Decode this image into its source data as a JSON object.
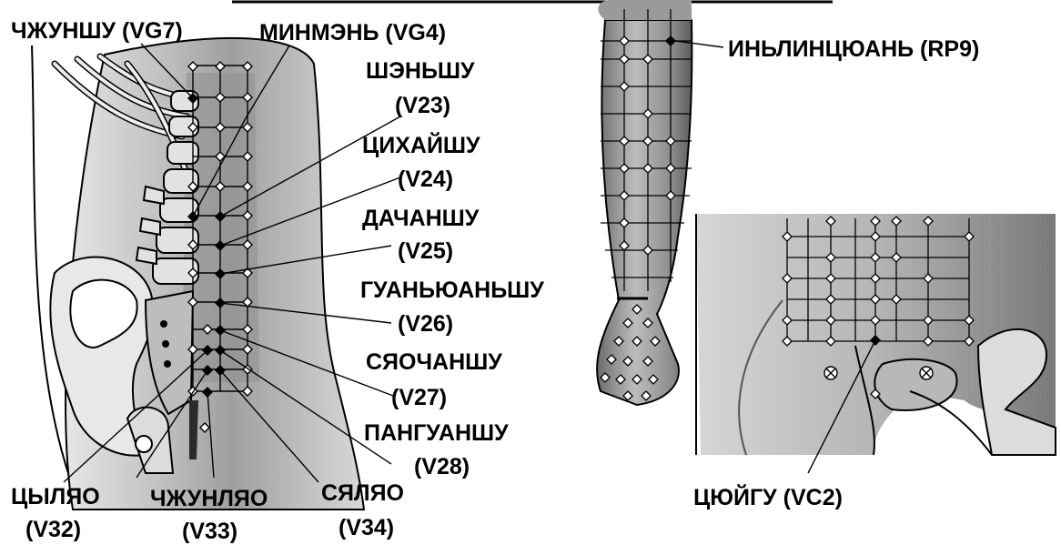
{
  "labels": {
    "zhongshu": "ЧЖУНШУ (VG7)",
    "mingmen": "МИНМЭНЬ (VG4)",
    "shenshu_name": "ШЭНЬШУ",
    "shenshu_code": "(V23)",
    "qihaishu_name": "ЦИХАЙШУ",
    "qihaishu_code": "(V24)",
    "dachangshu_name": "ДАЧАНШУ",
    "dachangshu_code": "(V25)",
    "guanyuanshu_name": "ГУАНЬЮАНЬШУ",
    "guanyuanshu_code": "(V26)",
    "xiaochangshu_name": "СЯОЧАНШУ",
    "xiaochangshu_code": "(V27)",
    "pangguangshu_name": "ПАНГУАНШУ",
    "pangguangshu_code": "(V28)",
    "ciliao_name": "ЦЫЛЯО",
    "ciliao_code": "(V32)",
    "zhongliao_name": "ЧЖУНЛЯО",
    "zhongliao_code": "(V33)",
    "xialiao_name": "СЯЛЯО",
    "xialiao_code": "(V34)",
    "yinlingquan": "ИНЬЛИНЦЮАНЬ (RP9)",
    "qugu": "ЦЮЙГУ (VC2)"
  },
  "colors": {
    "ink": "#000000",
    "paper": "#ffffff",
    "skin_light": "#d4d4d4",
    "skin_mid": "#9a9a9a",
    "skin_dark": "#5a5a5a"
  }
}
